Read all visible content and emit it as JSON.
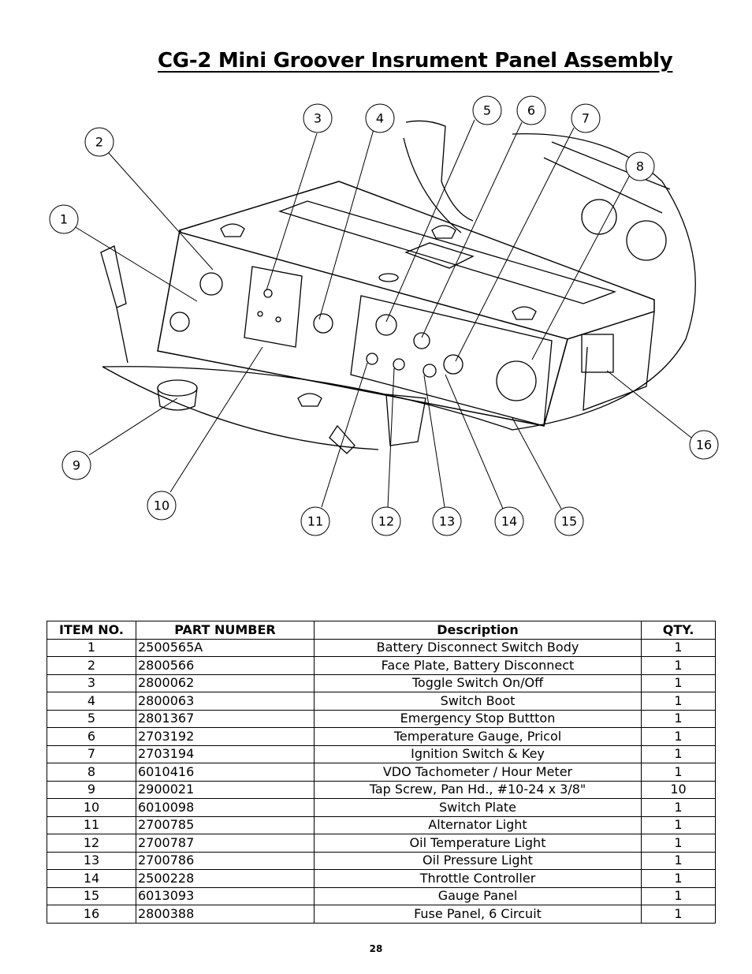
{
  "document": {
    "title": "CG-2 Mini Groover Insrument Panel Assembly",
    "page_number": "28"
  },
  "callouts": [
    "1",
    "2",
    "3",
    "4",
    "5",
    "6",
    "7",
    "8",
    "9",
    "10",
    "11",
    "12",
    "13",
    "14",
    "15",
    "16"
  ],
  "table": {
    "headers": [
      "ITEM NO.",
      "PART NUMBER",
      "Description",
      "QTY."
    ],
    "rows": [
      {
        "item": "1",
        "part": "2500565A",
        "desc": "Battery Disconnect Switch Body",
        "qty": "1"
      },
      {
        "item": "2",
        "part": "2800566",
        "desc": "Face Plate, Battery Disconnect",
        "qty": "1"
      },
      {
        "item": "3",
        "part": "2800062",
        "desc": "Toggle Switch On/Off",
        "qty": "1"
      },
      {
        "item": "4",
        "part": "2800063",
        "desc": "Switch Boot",
        "qty": "1"
      },
      {
        "item": "5",
        "part": "2801367",
        "desc": "Emergency Stop Buttton",
        "qty": "1"
      },
      {
        "item": "6",
        "part": "2703192",
        "desc": "Temperature Gauge, Pricol",
        "qty": "1"
      },
      {
        "item": "7",
        "part": "2703194",
        "desc": "Ignition Switch & Key",
        "qty": "1"
      },
      {
        "item": "8",
        "part": "6010416",
        "desc": "VDO Tachometer / Hour Meter",
        "qty": "1"
      },
      {
        "item": "9",
        "part": "2900021",
        "desc": "Tap Screw, Pan Hd., #10-24 x 3/8\"",
        "qty": "10"
      },
      {
        "item": "10",
        "part": "6010098",
        "desc": "Switch Plate",
        "qty": "1"
      },
      {
        "item": "11",
        "part": "2700785",
        "desc": "Alternator Light",
        "qty": "1"
      },
      {
        "item": "12",
        "part": "2700787",
        "desc": "Oil Temperature Light",
        "qty": "1"
      },
      {
        "item": "13",
        "part": "2700786",
        "desc": "Oil Pressure Light",
        "qty": "1"
      },
      {
        "item": "14",
        "part": "2500228",
        "desc": "Throttle Controller",
        "qty": "1"
      },
      {
        "item": "15",
        "part": "6013093",
        "desc": "Gauge Panel",
        "qty": "1"
      },
      {
        "item": "16",
        "part": "2800388",
        "desc": "Fuse Panel, 6 Circuit",
        "qty": "1"
      }
    ]
  }
}
